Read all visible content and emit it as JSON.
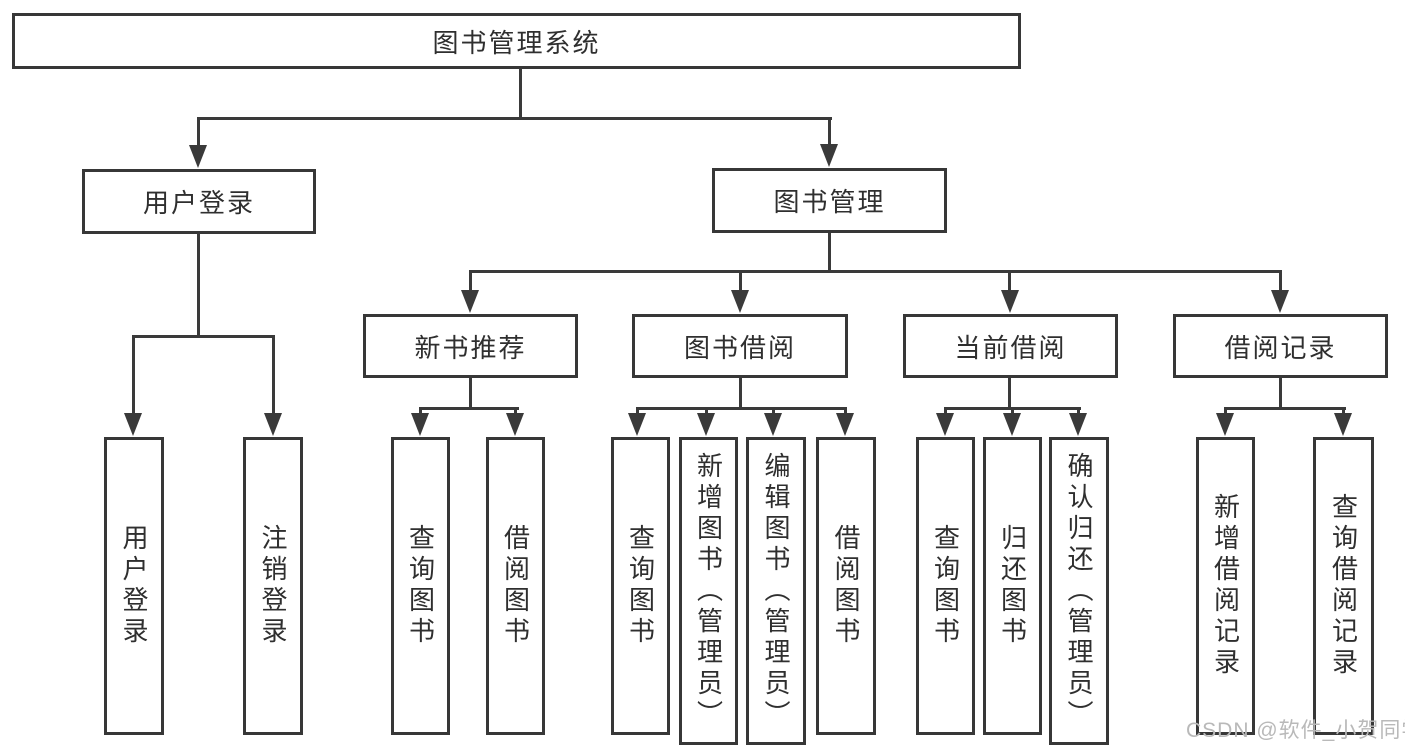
{
  "diagram": {
    "title": "图书管理系统",
    "level2": [
      "用户登录",
      "图书管理"
    ],
    "level3": [
      "新书推荐",
      "图书借阅",
      "当前借阅",
      "借阅记录"
    ],
    "leaves_user_login": [
      "用户登录",
      "注销登录"
    ],
    "leaves_new_books": [
      "查询图书",
      "借阅图书"
    ],
    "leaves_book_borrow": [
      "查询图书",
      "新增图书（管理员）",
      "编辑图书（管理员）",
      "借阅图书"
    ],
    "leaves_current_borrow": [
      "查询图书",
      "归还图书",
      "确认归还（管理员）"
    ],
    "leaves_borrow_records": [
      "新增借阅记录",
      "查询借阅记录"
    ]
  },
  "watermark": "CSDN @软件_小贺同学",
  "colors": {
    "line": "#3a3a3a",
    "border": "#373737",
    "text": "#2f2f2f",
    "watermark": "#b9b9b9",
    "background": "#ffffff"
  }
}
